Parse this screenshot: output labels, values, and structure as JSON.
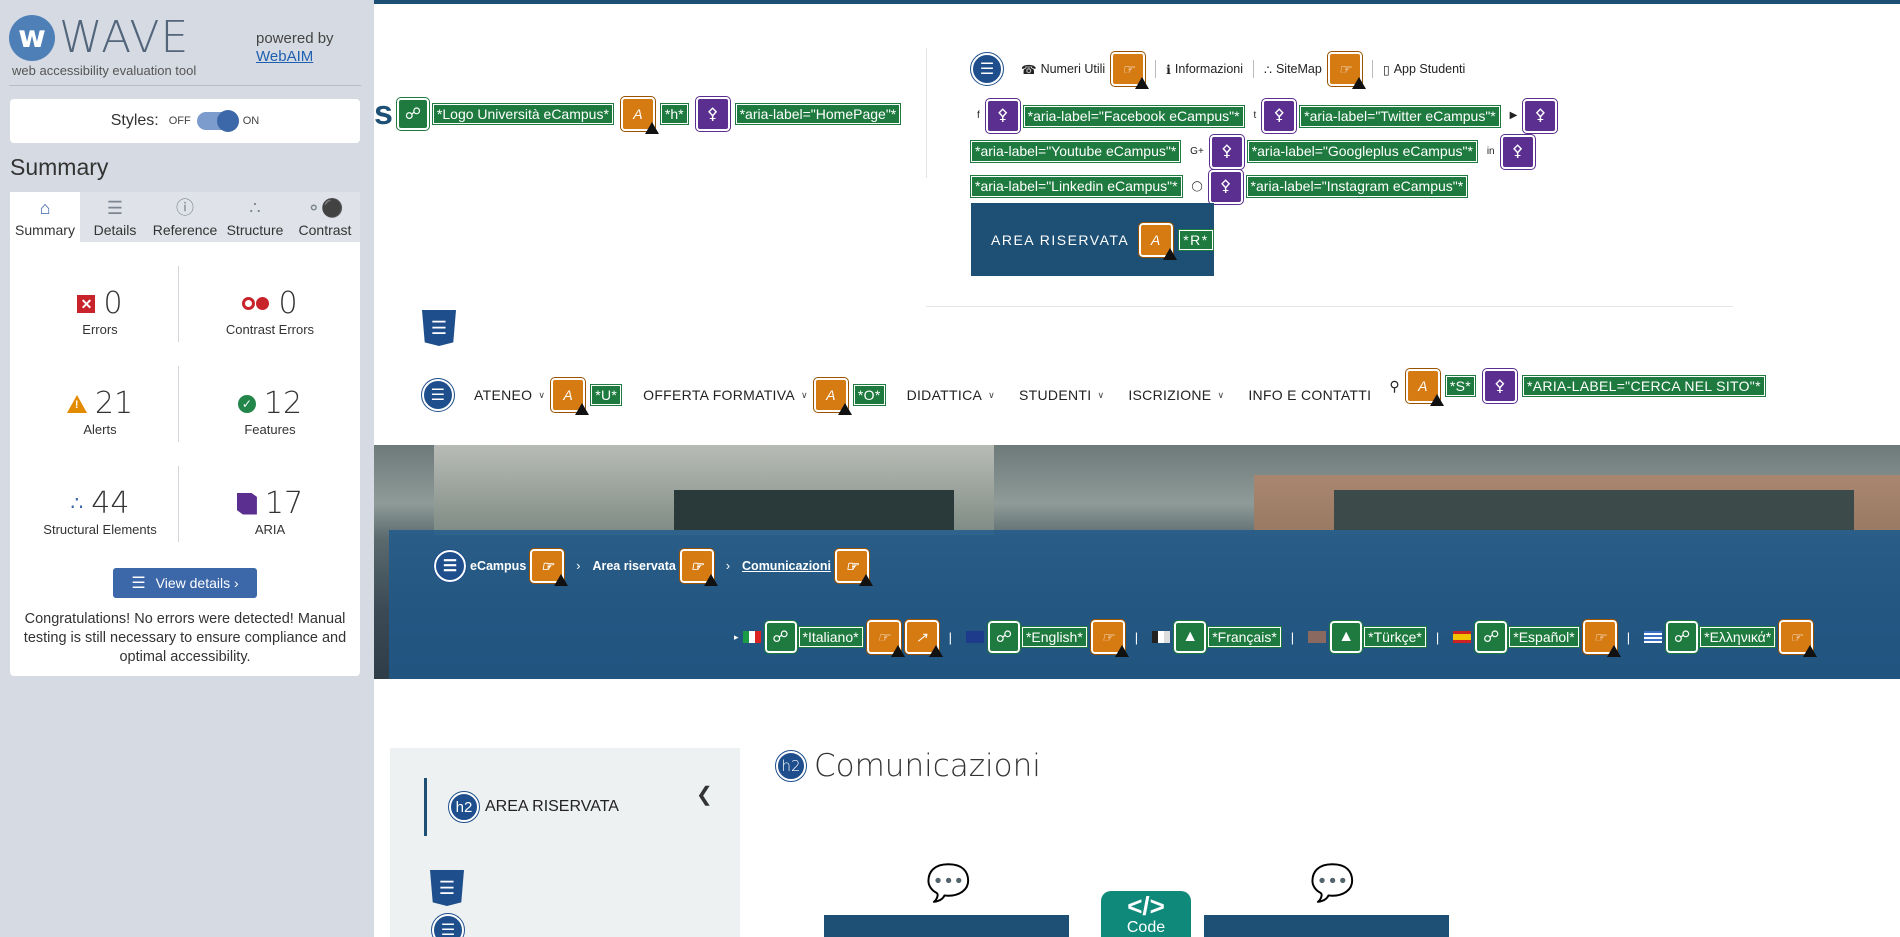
{
  "wave": {
    "logo_letter": "w",
    "logo_word": "WAVE",
    "tagline": "web accessibility evaluation tool",
    "powered_by": "powered by",
    "webaim_link": "WebAIM",
    "styles_label": "Styles:",
    "styles_off": "OFF",
    "styles_on": "ON",
    "summary_title": "Summary",
    "tabs": [
      {
        "label": "Summary",
        "icon": "home-icon",
        "active": true
      },
      {
        "label": "Details",
        "icon": "list-icon",
        "active": false
      },
      {
        "label": "Reference",
        "icon": "info-icon",
        "active": false
      },
      {
        "label": "Structure",
        "icon": "structure-icon",
        "active": false
      },
      {
        "label": "Contrast",
        "icon": "contrast-icon",
        "active": false
      }
    ],
    "stats": {
      "errors": {
        "value": "0",
        "label": "Errors"
      },
      "contrast_errors": {
        "value": "0",
        "label": "Contrast Errors"
      },
      "alerts": {
        "value": "21",
        "label": "Alerts"
      },
      "features": {
        "value": "12",
        "label": "Features"
      },
      "structural": {
        "value": "44",
        "label": "Structural Elements"
      },
      "aria": {
        "value": "17",
        "label": "ARIA"
      }
    },
    "view_details": "View details ›",
    "congrats": "Congratulations! No errors were detected! Manual testing is still necessary to ensure compliance and optimal accessibility.",
    "colors": {
      "accent": "#3c67a9",
      "error": "#c8232b",
      "alert": "#e28a00",
      "feature": "#22864b",
      "aria": "#5b2f8f",
      "sidebar_bg": "#d6dbe3"
    }
  },
  "site": {
    "logo_fragment": "s",
    "logo_tags": [
      "*Logo Università eCampus*",
      "*h*",
      "*aria-label=\"HomePage\"*"
    ],
    "utility_links": [
      "Numeri Utili",
      "Informazioni",
      "SiteMap",
      "App Studenti"
    ],
    "social_tags": [
      "*aria-label=\"Facebook eCampus\"*",
      "*aria-label=\"Twitter eCampus\"*",
      "*aria-label=\"Youtube eCampus\"*",
      "*aria-label=\"Googleplus eCampus\"*",
      "*aria-label=\"Linkedin eCampus\"*",
      "*aria-label=\"Instagram eCampus\"*"
    ],
    "area_riservata": "AREA RISERVATA",
    "area_tag": "*R*",
    "nav": [
      {
        "label": "ATENEO",
        "tag": "*U*"
      },
      {
        "label": "OFFERTA FORMATIVA",
        "tag": "*O*"
      },
      {
        "label": "DIDATTICA",
        "tag": ""
      },
      {
        "label": "STUDENTI",
        "tag": ""
      },
      {
        "label": "ISCRIZIONE",
        "tag": ""
      },
      {
        "label": "INFO E CONTATTI",
        "tag": ""
      }
    ],
    "search_tags": [
      "*S*",
      "*ARIA-LABEL=\"CERCA NEL SITO\"*"
    ],
    "breadcrumb": [
      "eCampus",
      "Area riservata",
      "Comunicazioni"
    ],
    "languages": [
      "*Italiano*",
      "*English*",
      "*Français*",
      "*Türkçe*",
      "*Español*",
      "*Ελληνικά*"
    ],
    "side_heading": "AREA RISERVATA",
    "h2_badge": "h2",
    "main_title": "Comunicazioni",
    "code_label": "Code",
    "code_glyph": "</>"
  }
}
